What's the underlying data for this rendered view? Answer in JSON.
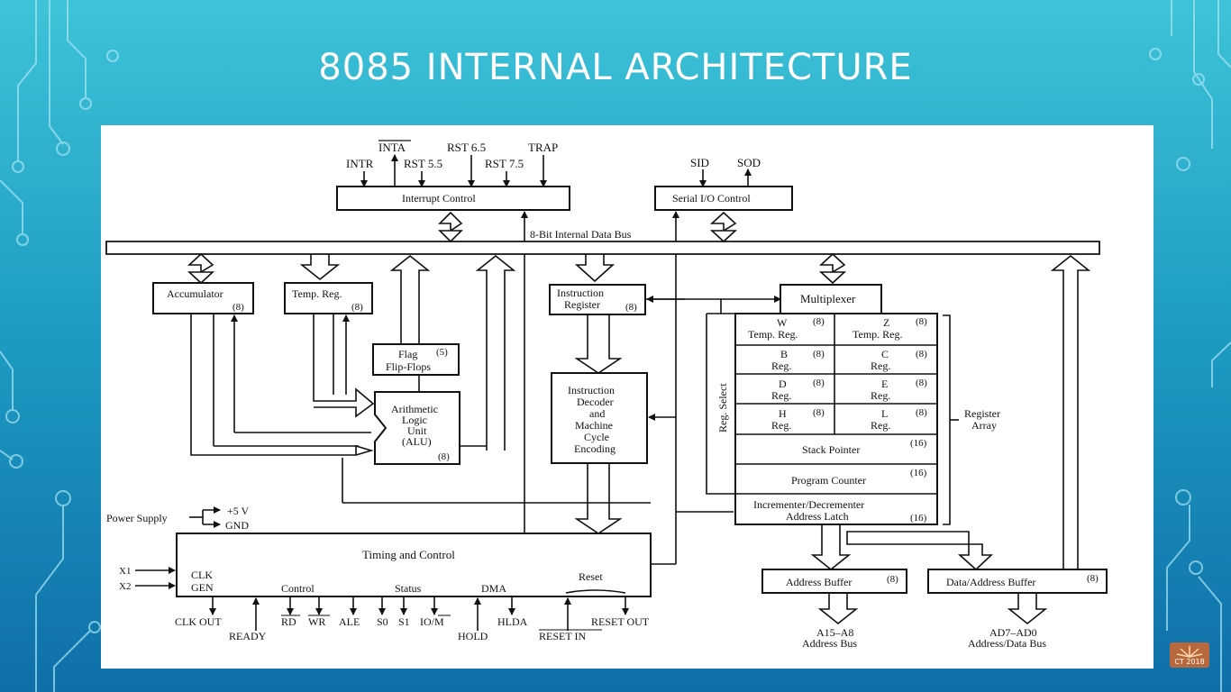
{
  "slide": {
    "title": "8085 INTERNAL ARCHITECTURE",
    "watermark": "CT 2018"
  },
  "diagram": {
    "top_signals": {
      "inta": "INTA",
      "intr": "INTR",
      "rst55": "RST 5.5",
      "rst65": "RST 6.5",
      "rst75": "RST 7.5",
      "trap": "TRAP",
      "sid": "SID",
      "sod": "SOD"
    },
    "interrupt_control": "Interrupt Control",
    "serial_io_control": "Serial I/O Control",
    "internal_bus": "8-Bit Internal Data Bus",
    "accumulator": {
      "label": "Accumulator",
      "bits": "(8)"
    },
    "temp_reg": {
      "label": "Temp. Reg.",
      "bits": "(8)"
    },
    "flag_flip_flops": {
      "line1": "Flag",
      "line2": "Flip-Flops",
      "bits": "(5)"
    },
    "alu": {
      "line1": "Arithmetic",
      "line2": "Logic",
      "line3": "Unit",
      "line4": "(ALU)",
      "bits": "(8)"
    },
    "instruction_register": {
      "line1": "Instruction",
      "line2": "Register",
      "bits": "(8)"
    },
    "instruction_decoder": {
      "line1": "Instruction",
      "line2": "Decoder",
      "line3": "and",
      "line4": "Machine",
      "line5": "Cycle",
      "line6": "Encoding"
    },
    "multiplexer": "Multiplexer",
    "reg_select": "Reg. Select",
    "register_array_label": {
      "line1": "Register",
      "line2": "Array"
    },
    "registers": {
      "w": {
        "name": "W",
        "sub": "Temp. Reg.",
        "bits": "(8)"
      },
      "z": {
        "name": "Z",
        "sub": "Temp. Reg.",
        "bits": "(8)"
      },
      "b": {
        "name": "B",
        "sub": "Reg.",
        "bits": "(8)"
      },
      "c": {
        "name": "C",
        "sub": "Reg.",
        "bits": "(8)"
      },
      "d": {
        "name": "D",
        "sub": "Reg.",
        "bits": "(8)"
      },
      "e": {
        "name": "E",
        "sub": "Reg.",
        "bits": "(8)"
      },
      "h": {
        "name": "H",
        "sub": "Reg.",
        "bits": "(8)"
      },
      "l": {
        "name": "L",
        "sub": "Reg.",
        "bits": "(8)"
      }
    },
    "stack_pointer": {
      "label": "Stack Pointer",
      "bits": "(16)"
    },
    "program_counter": {
      "label": "Program Counter",
      "bits": "(16)"
    },
    "inc_dec_latch": {
      "line1": "Incrementer/Decrementer",
      "line2": "Address Latch",
      "bits": "(16)"
    },
    "address_buffer": {
      "label": "Address Buffer",
      "bits": "(8)"
    },
    "data_address_buffer": {
      "label": "Data/Address Buffer",
      "bits": "(8)"
    },
    "address_bus": {
      "line1": "A15–A8",
      "line2": "Address Bus"
    },
    "data_bus": {
      "line1": "AD7–AD0",
      "line2": "Address/Data Bus"
    },
    "power_supply": {
      "label": "Power Supply",
      "v5": "+5 V",
      "gnd": "GND"
    },
    "timing_control": {
      "title": "Timing and Control",
      "clk": "CLK",
      "gen": "GEN",
      "control": "Control",
      "status": "Status",
      "dma": "DMA",
      "reset": "Reset",
      "x1": "X1",
      "x2": "X2"
    },
    "bottom_signals": {
      "clk_out": "CLK OUT",
      "ready": "READY",
      "rd": "RD",
      "wr": "WR",
      "ale": "ALE",
      "s0": "S0",
      "s1": "S1",
      "io_m": "IO/M",
      "hold": "HOLD",
      "hlda": "HLDA",
      "reset_in": "RESET IN",
      "reset_out": "RESET OUT"
    }
  }
}
